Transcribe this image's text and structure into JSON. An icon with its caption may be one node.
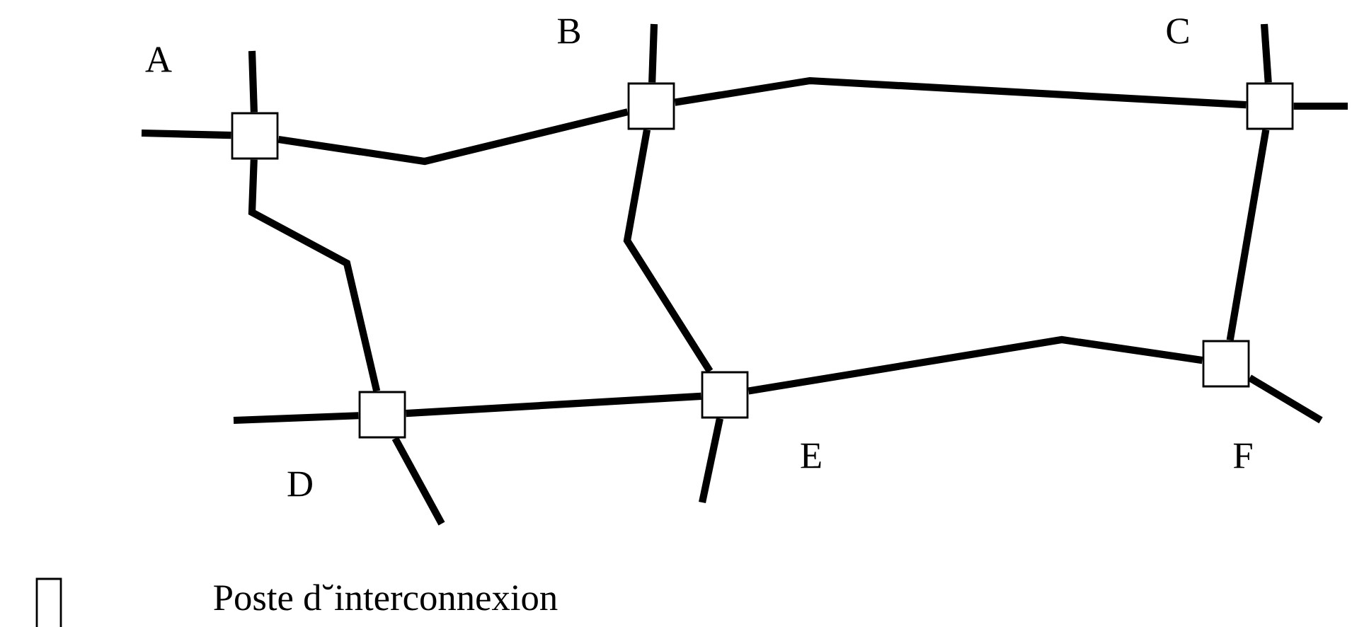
{
  "diagram": {
    "nodes": [
      {
        "text": [],
        "shape": "box",
        "beside": [
          "A"
        ]
      },
      {
        "text": [],
        "shape": "box",
        "beside": [
          "B"
        ]
      },
      {
        "text": [],
        "shape": "box",
        "beside": [
          "C"
        ]
      },
      {
        "text": [],
        "shape": "box",
        "beside": [
          "D"
        ]
      },
      {
        "text": [],
        "shape": "box",
        "beside": [
          "E"
        ]
      },
      {
        "text": [],
        "shape": "box",
        "beside": [
          "F"
        ]
      }
    ],
    "edges": [
      {
        "from": 0,
        "to": 1,
        "arrow": "none"
      },
      {
        "from": 1,
        "to": 2,
        "arrow": "none"
      },
      {
        "from": 0,
        "to": 3,
        "arrow": "none"
      },
      {
        "from": 1,
        "to": 4,
        "arrow": "none"
      },
      {
        "from": 3,
        "to": 4,
        "arrow": "none"
      },
      {
        "from": 4,
        "to": 5,
        "arrow": "none"
      },
      {
        "from": 2,
        "to": 5,
        "arrow": "none"
      },
      {
        "from": 0,
        "to": null,
        "arrow": "none"
      },
      {
        "from": 0,
        "to": null,
        "arrow": "none"
      },
      {
        "from": 1,
        "to": null,
        "arrow": "none"
      },
      {
        "from": 2,
        "to": null,
        "arrow": "none"
      },
      {
        "from": 2,
        "to": null,
        "arrow": "none"
      },
      {
        "from": 3,
        "to": null,
        "arrow": "none"
      },
      {
        "from": 3,
        "to": null,
        "arrow": "none"
      },
      {
        "from": 4,
        "to": null,
        "arrow": "none"
      },
      {
        "from": 5,
        "to": null,
        "arrow": "none"
      }
    ],
    "legend": [
      {
        "text": "Poste d˘interconnexion"
      }
    ]
  }
}
